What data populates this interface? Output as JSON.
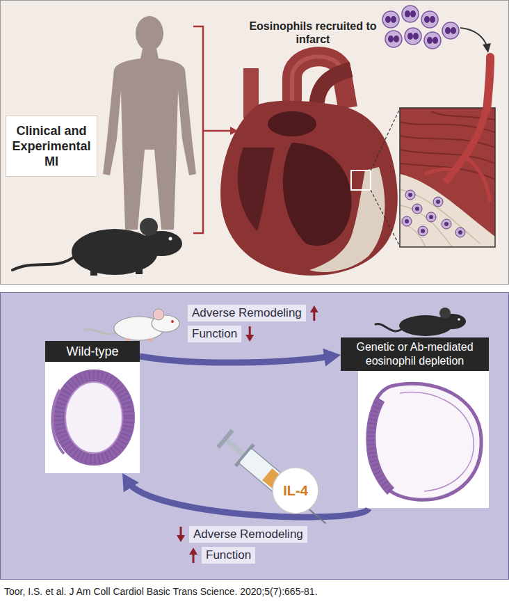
{
  "diagram": {
    "caption": "Toor, I.S. et al. J Am Coll Cardiol Basic Trans Science. 2020;5(7):665-81.",
    "nodes": [
      {
        "text": [
          "Clinical and Experimental MI"
        ]
      },
      {
        "text": [
          "Wild-type"
        ]
      },
      {
        "text": [
          "Genetic or Ab-mediated eosinophil depletion"
        ]
      }
    ],
    "edges": [
      {
        "from": 1,
        "to": 2,
        "arrow": "to"
      },
      {
        "from": 2,
        "to": 1,
        "arrow": "to"
      }
    ],
    "labels": [
      "Eosinophils recruited to infarct",
      "Adverse Remodeling",
      "Function",
      "IL-4",
      "Adverse Remodeling",
      "Function"
    ]
  }
}
